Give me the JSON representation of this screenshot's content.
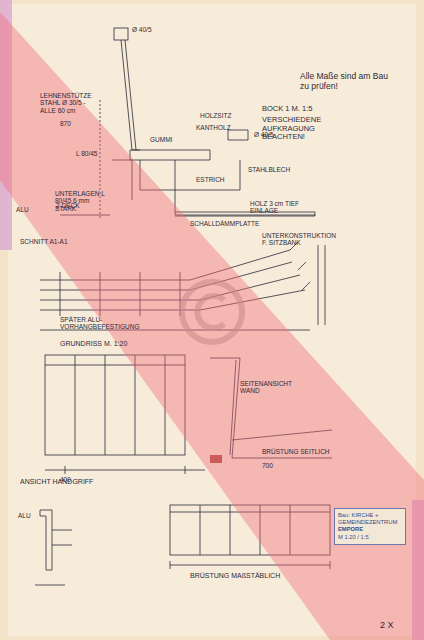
{
  "diagram": {
    "nodes": [
      {
        "text": [
          "Bau: KIRCHE + GEMEINDEZENTRUM",
          "EMPORE",
          "M 1:20 / 1:5"
        ]
      }
    ],
    "labels": [
      "Alle Maße sind am Bau zu prüfen!",
      "Ø 40/5",
      "LEHNENSTÜTZE STAHL Ø 30/5 - ALLE 60 cm",
      "HOLZSITZ",
      "KANTHOLZ",
      "GUMMI",
      "Ø 40/5",
      "L 80/45",
      "ESTRICH",
      "STAHLBLECH",
      "HOLZ 3 cm TIEF EINLAGE",
      "UNTERLAGEN L 80/45 6 mm STARK",
      "SCHALLDÄMMPLATTE",
      "BOCK 1 M. 1:5",
      "VERSCHIEDENE AUFKRAGUNG BEACHTEN!",
      "SCHNITT A1-A1",
      "870",
      "ALU",
      "2 DECK",
      "SPÄTER ALU-VORHANGBEFESTIGUNG",
      "UNTERKONSTRUKTION F. SITZBANK",
      "GRUNDRISS M. 1:20",
      "SEITENANSICHT WAND",
      "BRÜSTUNG SEITLICH",
      "ANSICHT HANDGRIFF",
      "BRÜSTUNG MAßSTÄBLICH",
      "400",
      "700",
      "ALU",
      "2 X"
    ]
  }
}
